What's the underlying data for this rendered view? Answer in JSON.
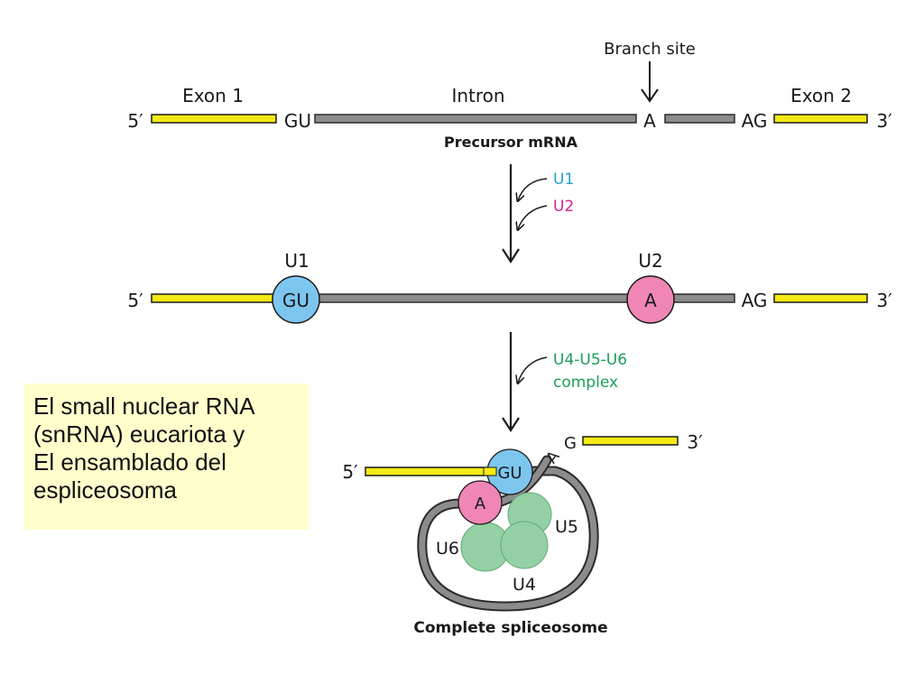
{
  "colors": {
    "exon": "#f5ea14",
    "exon_stroke": "#1a1a1a",
    "intron": "#8c8c8c",
    "intron_stroke": "#2b2b2b",
    "u1": "#7cc6ee",
    "u2": "#ef86b6",
    "u456": "#93d1a5",
    "u1_text": "#1f9fd1",
    "u2_text": "#d6248a",
    "complex_text": "#1a9e5a",
    "caption_bg": "#ffffcc"
  },
  "top": {
    "branch_site": "Branch site",
    "exon1": "Exon 1",
    "intron": "Intron",
    "exon2": "Exon 2",
    "five_prime": "5′",
    "three_prime": "3′",
    "gu": "GU",
    "a": "A",
    "ag": "AG",
    "title": "Precursor mRNA"
  },
  "step1": {
    "u1": "U1",
    "u2": "U2"
  },
  "middle": {
    "u1": "U1",
    "u2": "U2",
    "five_prime": "5′",
    "three_prime": "3′",
    "gu": "GU",
    "a": "A",
    "ag": "AG"
  },
  "step2": {
    "line1": "U4-U5-U6",
    "line2": "complex"
  },
  "bottom": {
    "five_prime": "5′",
    "three_prime": "3′",
    "gu": "GU",
    "a": "A",
    "branch_a": "A",
    "g": "G",
    "u4": "U4",
    "u5": "U5",
    "u6": "U6",
    "title": "Complete spliceosome"
  },
  "caption": {
    "line1": "El small nuclear RNA",
    "line2": "(snRNA) eucariota y",
    "line3": "El ensamblado del",
    "line4": "espliceosoma"
  }
}
